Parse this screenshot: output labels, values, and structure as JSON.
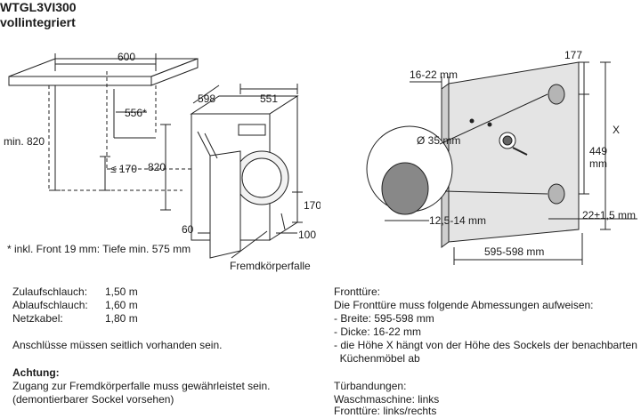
{
  "header": {
    "model": "WTGL3VI300",
    "subtitle": "vollintegriert"
  },
  "left_diagram": {
    "dim_width": "600",
    "dim_depth": "556*",
    "dim_min_height": "min. 820",
    "dim_le_170": "≤ 170",
    "dim_820": "820",
    "dim_598": "598",
    "dim_551": "551",
    "dim_170": "170",
    "dim_60": "60",
    "dim_100": "100",
    "footnote": "* inkl. Front 19 mm: Tiefe min. 575 mm",
    "callout": "Fremdkörperfalle"
  },
  "right_diagram": {
    "dim_thickness": "16-22 mm",
    "dim_177": "177",
    "dim_x": "X",
    "dim_449": "449",
    "dim_449_unit": "mm",
    "dim_hole": "Ø 35 mm",
    "dim_hole_depth": "12,5-14 mm",
    "dim_offset": "22±1,5 mm",
    "dim_width": "595-598 mm"
  },
  "specs": [
    {
      "label": "Zulaufschlauch:",
      "value": "1,50 m"
    },
    {
      "label": "Ablaufschlauch:",
      "value": "1,60 m"
    },
    {
      "label": "Netzkabel:",
      "value": "1,80 m"
    }
  ],
  "connections_note": "Anschlüsse müssen seitlich vorhanden sein.",
  "warning": {
    "title": "Achtung:",
    "line1": "Zugang zur Fremdkörperfalle muss gewährleistet sein.",
    "line2": "(demontierbarer Sockel vorsehen)"
  },
  "front_door": {
    "title": "Fronttüre:",
    "intro": "Die Fronttüre muss folgende  Abmessungen aufweisen:",
    "items": [
      "- Breite: 595-598 mm",
      "- Dicke: 16-22 mm",
      "- die Höhe X hängt von der Höhe des Sockels der benachbarten",
      "  Küchenmöbel ab"
    ]
  },
  "hinges": {
    "title": "Türbandungen:",
    "washer": "Waschmaschine: links",
    "door": "Fronttüre: links/rechts"
  }
}
